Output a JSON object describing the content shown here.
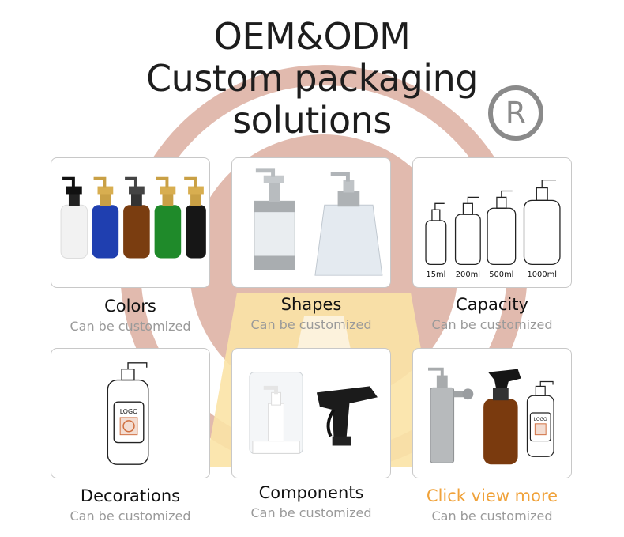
{
  "headline": {
    "line1": "OEM&ODM",
    "line2": "Custom packaging",
    "line3": "solutions"
  },
  "registered_mark": "R",
  "accent_color": "#f0a23a",
  "watermark_color": "#d9a899",
  "cards": [
    {
      "title": "Colors",
      "subtitle": "Can be customized"
    },
    {
      "title": "Shapes",
      "subtitle": "Can be customized"
    },
    {
      "title": "Capacity",
      "subtitle": "Can be customized",
      "sizes": [
        "15ml",
        "200ml",
        "500ml",
        "1000ml"
      ]
    },
    {
      "title": "Decorations",
      "subtitle": "Can be customized",
      "logo_text": "LOGO"
    },
    {
      "title": "Components",
      "subtitle": "Can be customized"
    },
    {
      "title": "Click view more",
      "subtitle": "Can be customized",
      "logo_text": "LOGO"
    }
  ]
}
